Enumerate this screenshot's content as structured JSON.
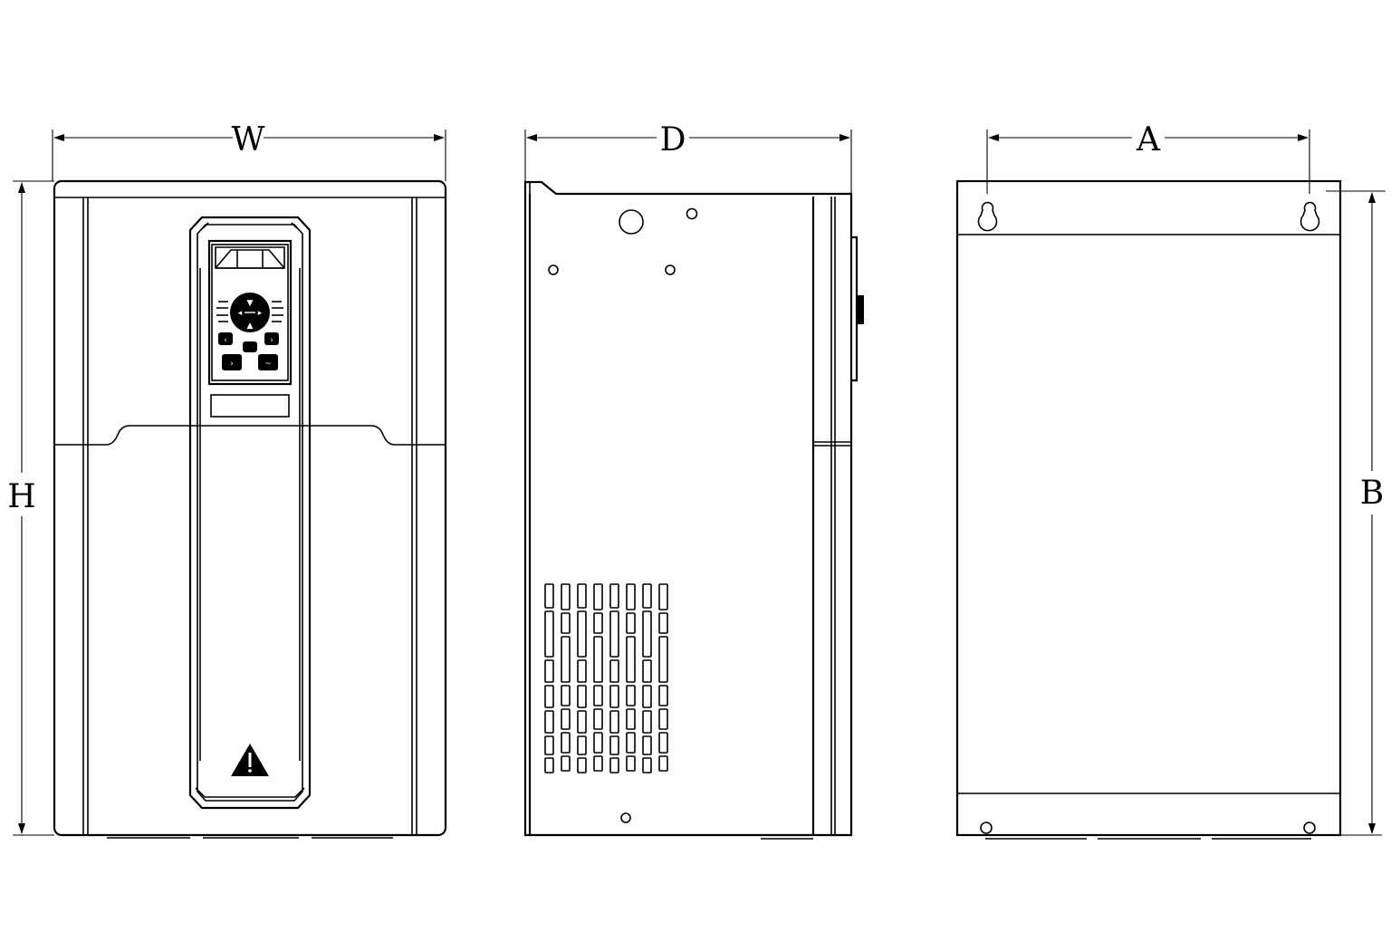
{
  "dimensions": {
    "width": "W",
    "height": "H",
    "depth": "D",
    "hole_spacing_horizontal": "A",
    "hole_spacing_vertical": "B"
  },
  "icons": {
    "warning": "warning-triangle-icon",
    "mounting_hole": "keyhole-slot-icon",
    "keypad": "control-keypad-icon"
  },
  "colors": {
    "line": "#000000",
    "background": "#ffffff"
  }
}
